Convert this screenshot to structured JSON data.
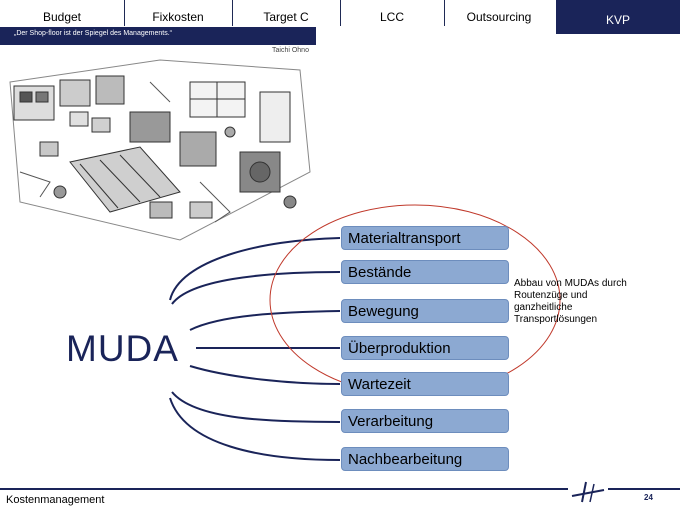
{
  "tabs": [
    {
      "label": "Budget"
    },
    {
      "label": "Fixkosten"
    },
    {
      "label": "Target C"
    },
    {
      "label": "LCC"
    },
    {
      "label": "Outsourcing"
    }
  ],
  "active_tab": {
    "label": "KVP"
  },
  "quote": "„Der Shop-floor ist der Spiegel des Managements.“",
  "credit": "Taichi Ohno",
  "muda_label": "MUDA",
  "wastes": [
    {
      "label": "Materialtransport"
    },
    {
      "label": "Bestände"
    },
    {
      "label": "Bewegung"
    },
    {
      "label": "Überproduktion"
    },
    {
      "label": "Wartezeit"
    },
    {
      "label": "Verarbeitung"
    },
    {
      "label": "Nachbearbeitung"
    }
  ],
  "note": "Abbau von MUDAs durch Routenzüge und ganzheitliche Transportlösungen",
  "footer": {
    "label": "Kostenmanagement",
    "page": "24"
  },
  "colors": {
    "navy": "#1a2459",
    "box": "#8ca9d2",
    "ellipse": "#c0392b"
  }
}
